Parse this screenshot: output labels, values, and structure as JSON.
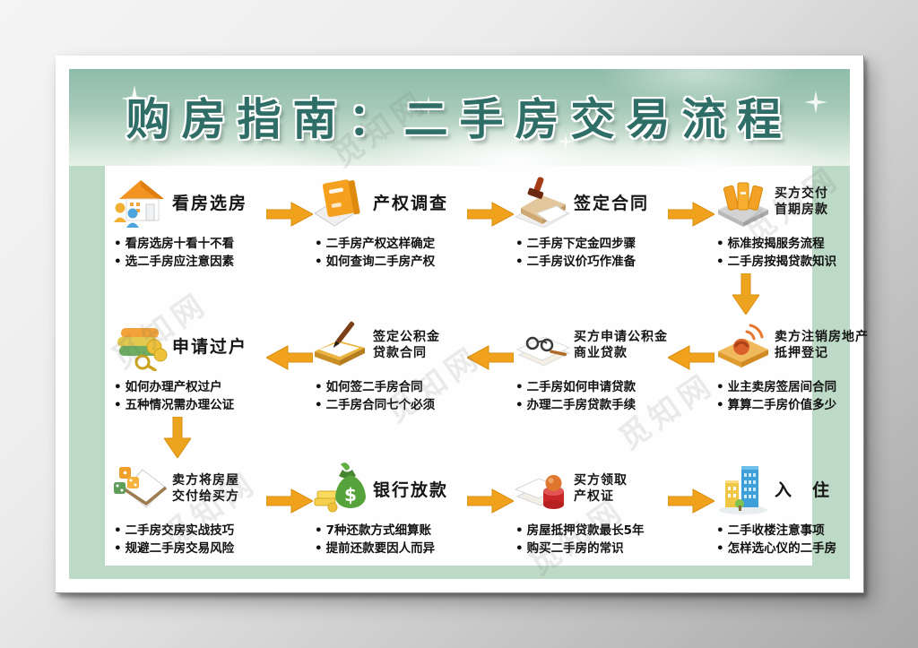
{
  "title": "购房指南：二手房交易流程",
  "watermark": "觅知网",
  "colors": {
    "arrow": "#f0a01e",
    "title_text": "#2e6e66",
    "frame_green": "#bddac6",
    "band_top": "#8fbcaa",
    "panel": "#ffffff"
  },
  "steps": [
    {
      "icon": "house-people-icon",
      "title_lines": [
        "看房选房"
      ],
      "bullets": [
        "看房选房十看十不看",
        "选二手房应注意因素"
      ]
    },
    {
      "icon": "folder-icon",
      "title_lines": [
        "产权调查"
      ],
      "bullets": [
        "二手房产权这样确定",
        "如何查询二手房产权"
      ]
    },
    {
      "icon": "contract-stamp-icon",
      "title_lines": [
        "签定合同"
      ],
      "bullets": [
        "二手房下定金四步骤",
        "二手房议价巧作准备"
      ]
    },
    {
      "icon": "downpayment-icon",
      "title_lines": [
        "买方交付",
        "首期房款"
      ],
      "bullets": [
        "标准按揭服务流程",
        "二手房按揭贷款知识"
      ]
    },
    {
      "icon": "deregister-phone-icon",
      "title_lines": [
        "卖方注销房地产",
        "抵押登记"
      ],
      "bullets": [
        "业主卖房签居间合同",
        "算算二手房价值多少"
      ]
    },
    {
      "icon": "glasses-loan-icon",
      "title_lines": [
        "买方申请公积金",
        "商业贷款"
      ],
      "bullets": [
        "二手房如何申请贷款",
        "办理二手房贷款手续"
      ]
    },
    {
      "icon": "pen-sign-icon",
      "title_lines": [
        "签定公积金",
        "贷款合同"
      ],
      "bullets": [
        "如何签二手房合同",
        "二手房合同七个必须"
      ]
    },
    {
      "icon": "books-coins-icon",
      "title_lines": [
        "申请过户"
      ],
      "bullets": [
        "如何办理产权过户",
        "五种情况需办理公证"
      ]
    },
    {
      "icon": "handover-dice-icon",
      "title_lines": [
        "卖方将房屋",
        "交付给买方"
      ],
      "bullets": [
        "二手房交房实战技巧",
        "规避二手房交易风险"
      ]
    },
    {
      "icon": "money-bag-icon",
      "title_lines": [
        "银行放款"
      ],
      "bullets": [
        "7种还款方式细算账",
        "提前还款要因人而异"
      ]
    },
    {
      "icon": "deed-seal-icon",
      "title_lines": [
        "买方领取",
        "产权证"
      ],
      "bullets": [
        "房屋抵押贷款最长5年",
        "购买二手房的常识"
      ]
    },
    {
      "icon": "buildings-icon",
      "title_lines": [
        "入　住"
      ],
      "bullets": [
        "二手收楼注意事项",
        "怎样选心仪的二手房"
      ]
    }
  ],
  "rows": [
    {
      "step_indices": [
        0,
        1,
        2,
        3
      ],
      "arrow_direction": "right"
    },
    {
      "step_indices": [
        7,
        6,
        5,
        4
      ],
      "arrow_direction": "left"
    },
    {
      "step_indices": [
        8,
        9,
        10,
        11
      ],
      "arrow_direction": "right"
    }
  ]
}
